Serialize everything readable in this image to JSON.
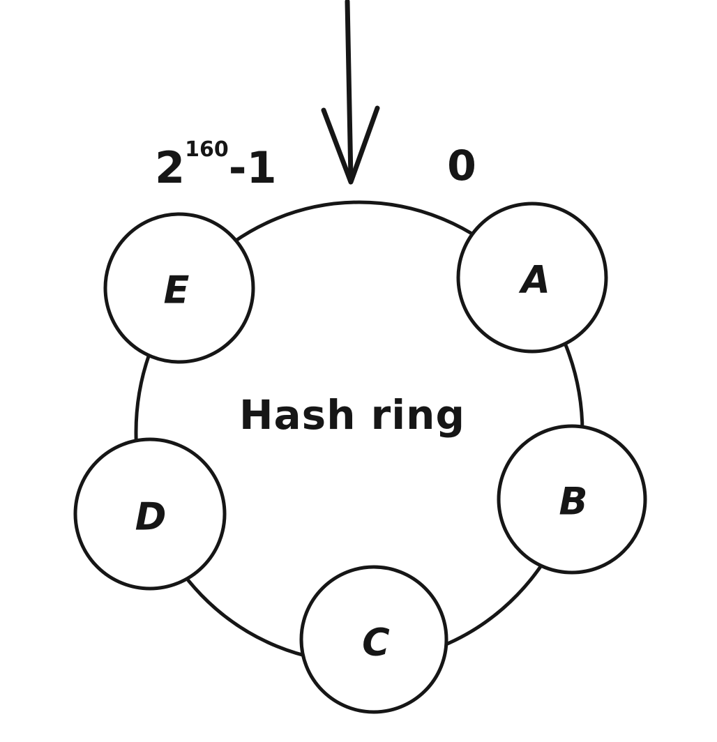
{
  "diagram": {
    "title": "Hash ring",
    "range_start_label": "0",
    "range_end": {
      "base": "2",
      "exponent": "160",
      "suffix": "-1"
    },
    "nodes": [
      {
        "label": "A",
        "highlighted": false
      },
      {
        "label": "B",
        "highlighted": true
      },
      {
        "label": "C",
        "highlighted": false
      },
      {
        "label": "D",
        "highlighted": false
      },
      {
        "label": "E",
        "highlighted": false
      }
    ],
    "arrow": "incoming-key-arrow",
    "colors": {
      "stroke": "#161616",
      "node_fill": "#ffffff",
      "highlight_fill": "#c6ecbd"
    }
  }
}
